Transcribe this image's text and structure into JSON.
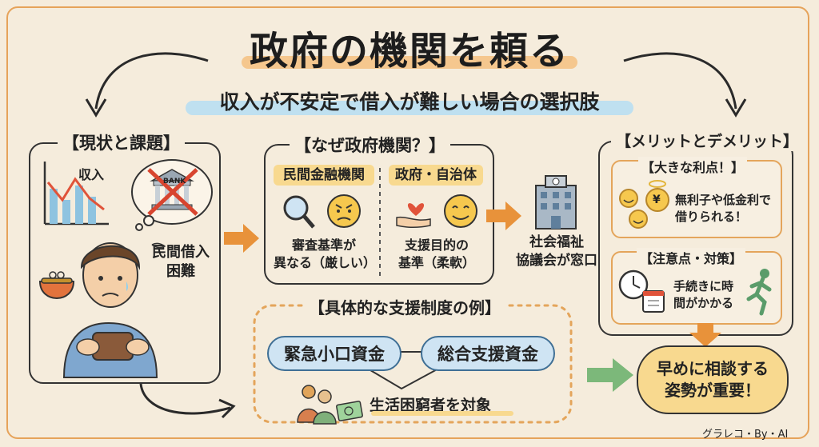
{
  "title": "政府の機関を頼る",
  "subtitle": "収入が不安定で借入が難しい場合の選択肢",
  "left_panel": {
    "title": "【現状と課題】",
    "chart_label": "収入",
    "bank_label": "BANK",
    "difficulty_line1": "民間借入",
    "difficulty_line2": "困難"
  },
  "why_panel": {
    "title": "【なぜ政府機関？】",
    "private_tag": "民間金融機関",
    "gov_tag": "政府・自治体",
    "private_line1": "審査基準が",
    "private_line2": "異なる（厳しい）",
    "gov_line1": "支援目的の",
    "gov_line2": "基準（柔軟）"
  },
  "council": {
    "line1": "社会福祉",
    "line2": "協議会が窓口"
  },
  "support_panel": {
    "title": "【具体的な支援制度の例】",
    "item1": "緊急小口資金",
    "item2": "総合支援資金",
    "target": "生活困窮者を対象"
  },
  "merit_panel": {
    "title": "【メリットとデメリット】",
    "benefit_title": "【大きな利点！】",
    "benefit_line1": "無利子や低金利で",
    "benefit_line2": "借りられる！",
    "yen_symbol": "¥",
    "caution_title": "【注意点・対策】",
    "caution_line1": "手続きに時",
    "caution_line2": "間がかかる"
  },
  "conclusion": {
    "line1": "早めに相談する",
    "line2": "姿勢が重要！"
  },
  "credit": "グラレコ・By・AI",
  "colors": {
    "accent_orange": "#e8923a",
    "accent_blue": "#3f6f95",
    "accent_green": "#7cb87a",
    "highlight_yellow": "#f8d98f"
  }
}
